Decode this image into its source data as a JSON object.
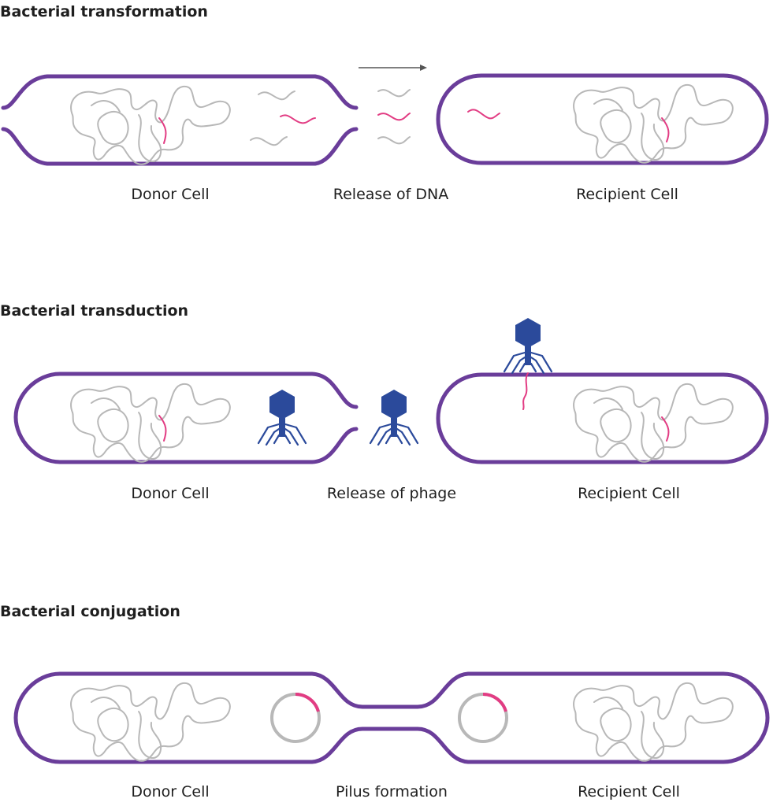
{
  "sections": [
    {
      "title": "Bacterial transformation",
      "left_label": "Donor Cell",
      "middle_label": "Release of DNA",
      "right_label": "Recipient Cell"
    },
    {
      "title": "Bacterial transduction",
      "left_label": "Donor Cell",
      "middle_label": "Release of phage",
      "right_label": "Recipient Cell"
    },
    {
      "title": "Bacterial conjugation",
      "left_label": "Donor Cell",
      "middle_label": "Pilus formation",
      "right_label": "Recipient Cell"
    }
  ],
  "colors": {
    "membrane": "#6a3d9a",
    "chromosome": "#b8b8b8",
    "transferred_dna": "#e23c83",
    "phage": "#2b4a9b"
  }
}
